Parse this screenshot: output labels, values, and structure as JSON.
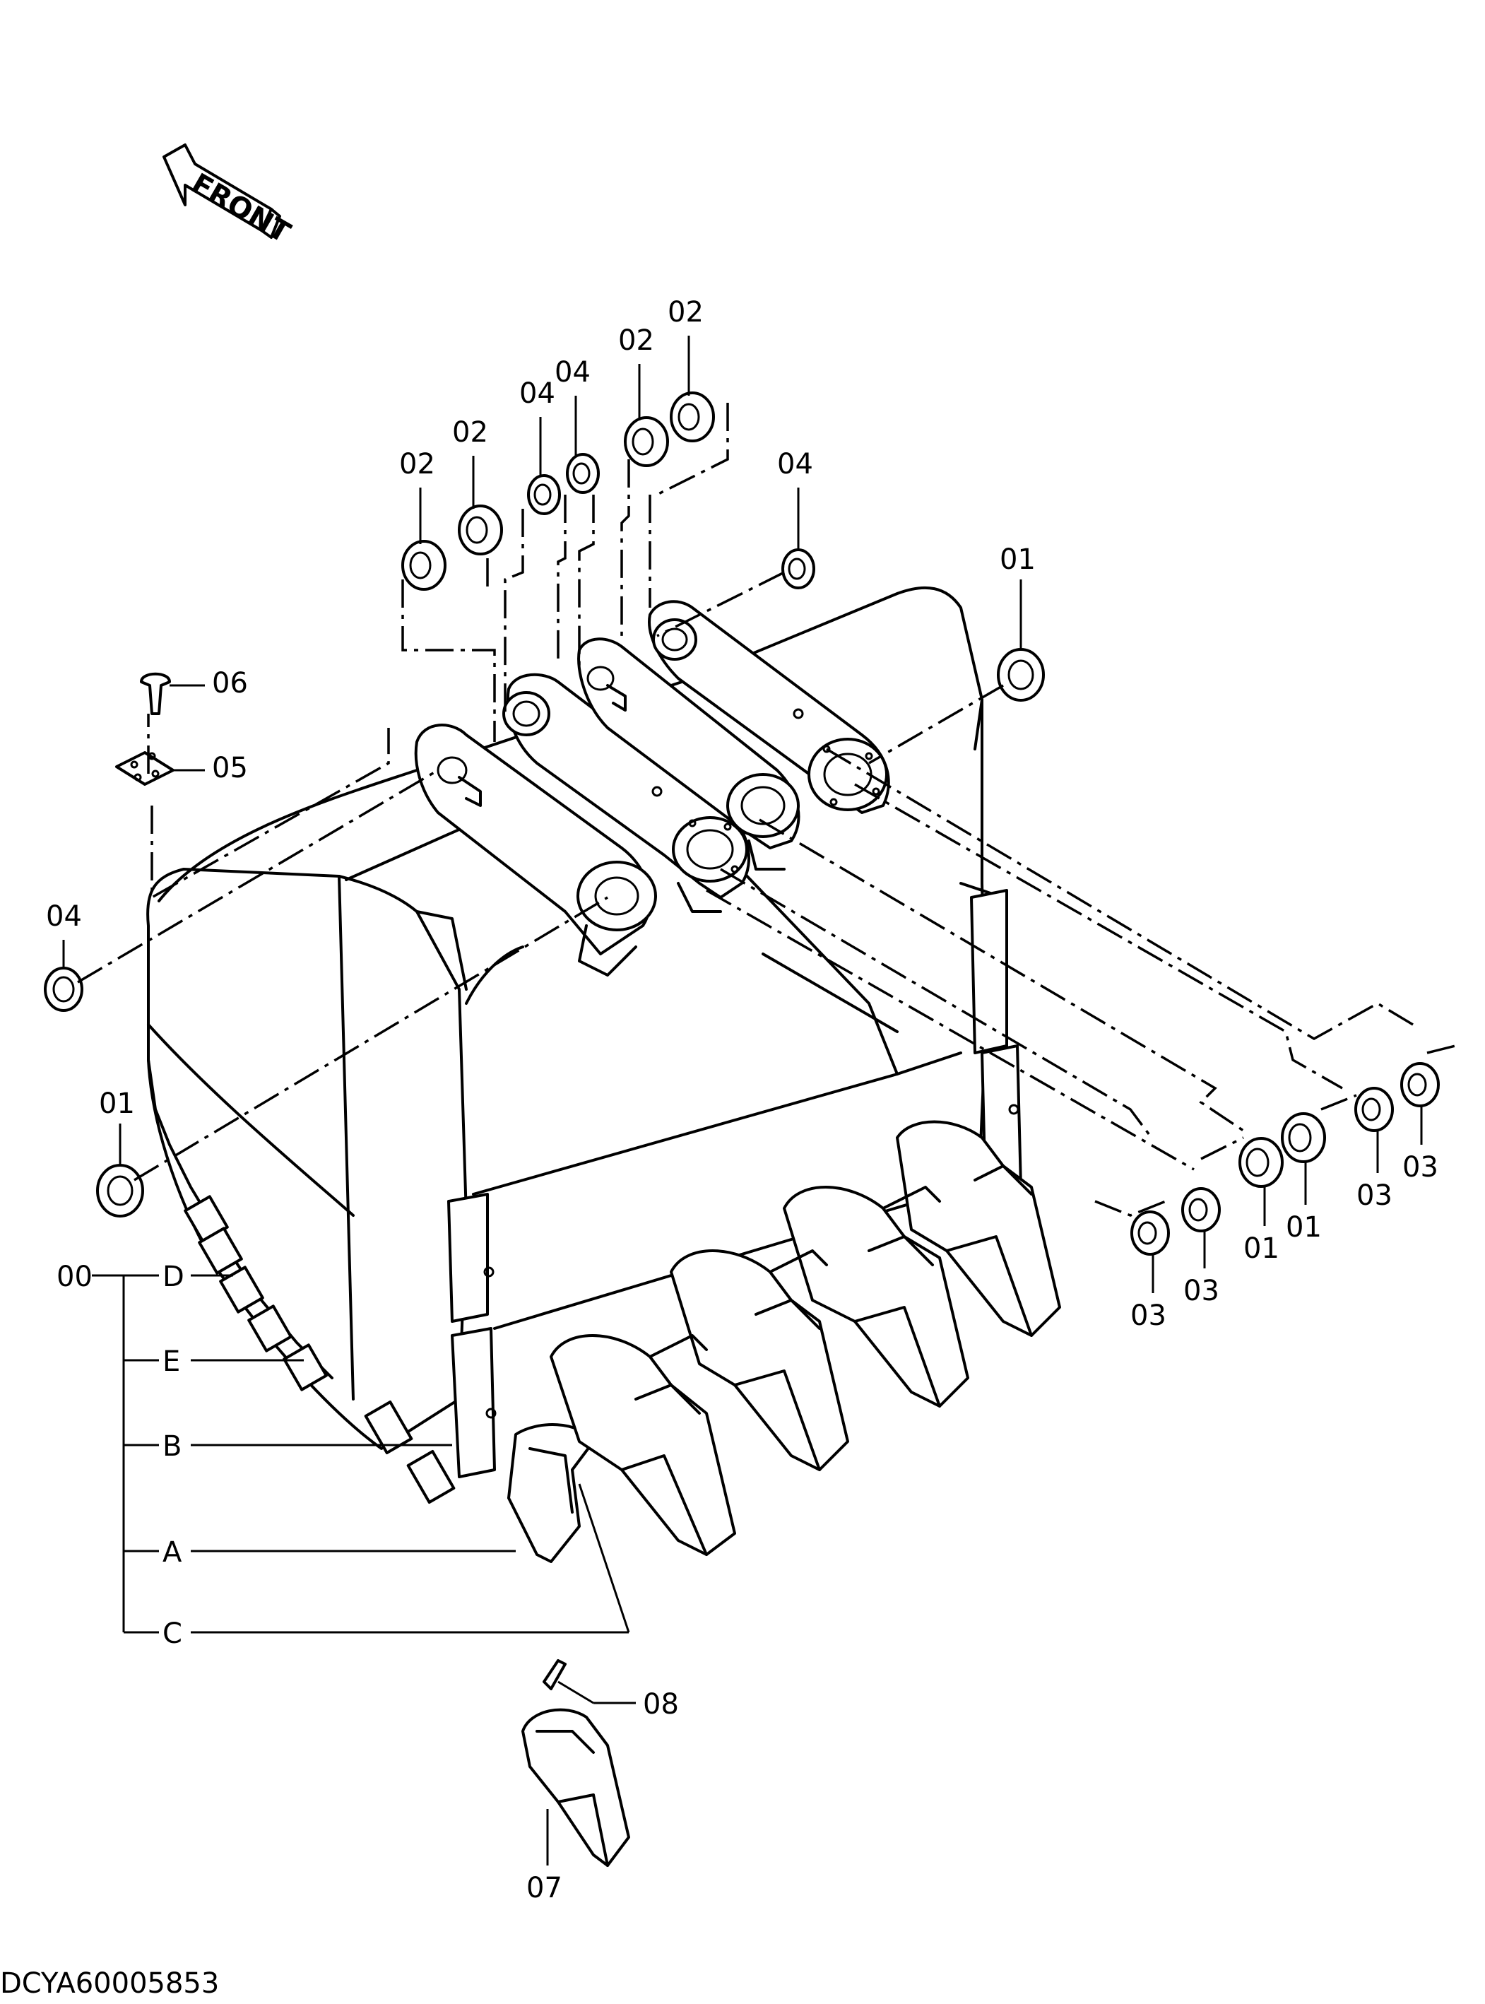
{
  "direction_marker": {
    "text": "FRONT",
    "icon": "front-arrow-icon"
  },
  "callouts": {
    "c01_right_top": "01",
    "c01_left": "01",
    "c01_rb1": "01",
    "c01_rb2": "01",
    "c02_a": "02",
    "c02_b": "02",
    "c02_c": "02",
    "c02_d": "02",
    "c03_a": "03",
    "c03_b": "03",
    "c03_c": "03",
    "c03_d": "03",
    "c04_top_a": "04",
    "c04_top_b": "04",
    "c04_top_c": "04",
    "c04_left": "04",
    "c05": "05",
    "c06": "06",
    "c07": "07",
    "c08": "08"
  },
  "assembly": {
    "root": "00",
    "items": [
      "D",
      "E",
      "B",
      "A",
      "C"
    ]
  },
  "drawing_code": "DCYA60005853"
}
